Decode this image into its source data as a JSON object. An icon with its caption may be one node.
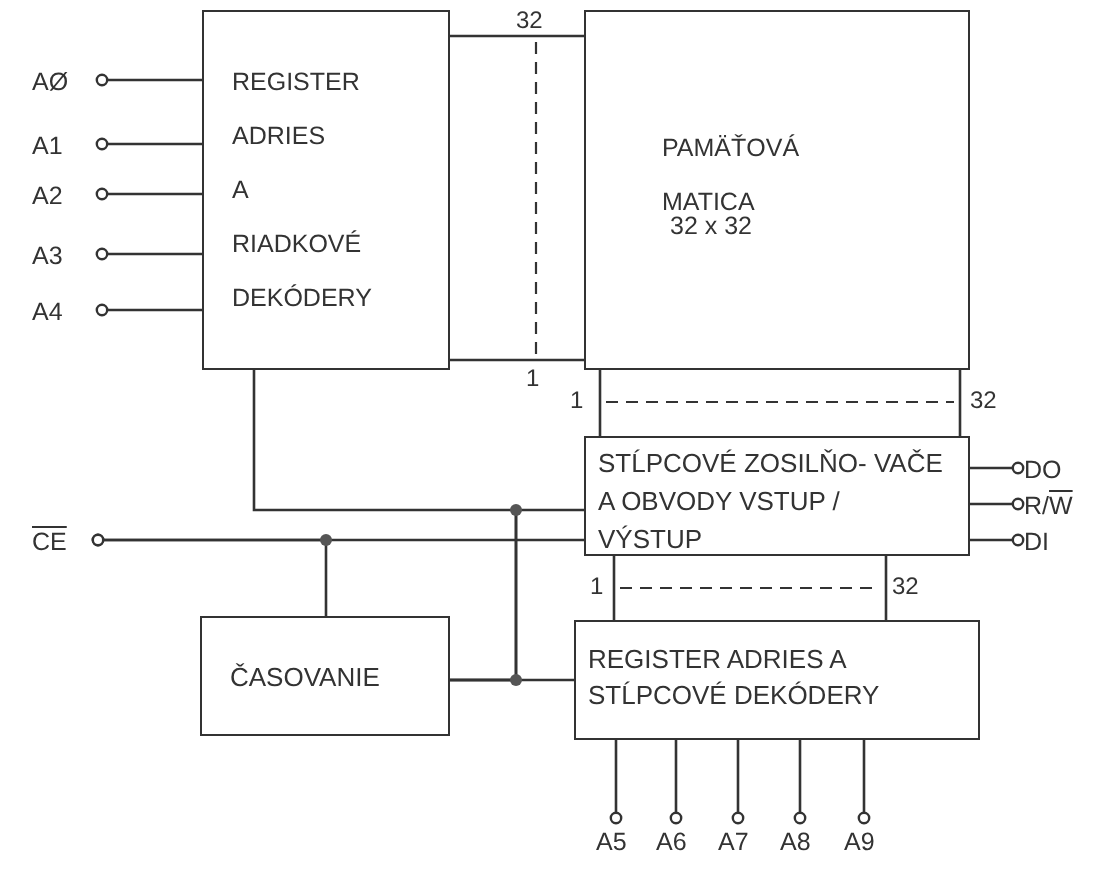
{
  "diagram": {
    "nodes": [
      {
        "text": [
          "REGISTER ADRIES A RIADKOVÉ DEKÓDERY"
        ]
      },
      {
        "text": [
          "PAMÄŤOVÁ MATICA",
          "32 x 32"
        ]
      },
      {
        "text": [
          "STĹPCOVÉ ZOSILŇO- VAČE A OBVODY VSTUP / VÝSTUP"
        ]
      },
      {
        "text": [
          "REGISTER ADRIES A STĹPCOVÉ DEKÓDERY"
        ]
      },
      {
        "text": [
          "ČASOVANIE"
        ]
      },
      {
        "text": [
          "AØ"
        ]
      },
      {
        "text": [
          "A1"
        ]
      },
      {
        "text": [
          "A2"
        ]
      },
      {
        "text": [
          "A3"
        ]
      },
      {
        "text": [
          "A4"
        ]
      },
      {
        "text": [
          "CE"
        ]
      },
      {
        "text": [
          "DO"
        ]
      },
      {
        "text": [
          "R/W"
        ]
      },
      {
        "text": [
          "DI"
        ]
      },
      {
        "text": [
          "A5"
        ]
      },
      {
        "text": [
          "A6"
        ]
      },
      {
        "text": [
          "A7"
        ]
      },
      {
        "text": [
          "A8"
        ]
      },
      {
        "text": [
          "A9"
        ]
      }
    ],
    "edges": [
      {
        "from": 5,
        "to": 0,
        "arrow": "other"
      },
      {
        "from": 6,
        "to": 0,
        "arrow": "other"
      },
      {
        "from": 7,
        "to": 0,
        "arrow": "other"
      },
      {
        "from": 8,
        "to": 0,
        "arrow": "other"
      },
      {
        "from": 9,
        "to": 0,
        "arrow": "other"
      },
      {
        "from": 0,
        "to": 1,
        "arrow": "none"
      },
      {
        "from": 0,
        "to": 1,
        "arrow": "none"
      },
      {
        "from": 1,
        "to": 2,
        "arrow": "none"
      },
      {
        "from": 1,
        "to": 2,
        "arrow": "none"
      },
      {
        "from": 2,
        "to": 3,
        "arrow": "none"
      },
      {
        "from": 2,
        "to": 3,
        "arrow": "none"
      },
      {
        "from": 10,
        "to": 2,
        "arrow": "other"
      },
      {
        "from": 10,
        "to": 4,
        "arrow": "other"
      },
      {
        "from": 4,
        "to": 3,
        "arrow": "none"
      },
      {
        "from": 4,
        "to": 2,
        "arrow": "none"
      },
      {
        "from": 4,
        "to": 0,
        "arrow": "none"
      },
      {
        "from": 2,
        "to": 11,
        "arrow": "other"
      },
      {
        "from": 2,
        "to": 12,
        "arrow": "other"
      },
      {
        "from": 2,
        "to": 13,
        "arrow": "other"
      },
      {
        "from": 3,
        "to": 14,
        "arrow": "other"
      },
      {
        "from": 3,
        "to": 15,
        "arrow": "other"
      },
      {
        "from": 3,
        "to": 16,
        "arrow": "other"
      },
      {
        "from": 3,
        "to": 17,
        "arrow": "other"
      },
      {
        "from": 3,
        "to": 18,
        "arrow": "other"
      }
    ],
    "labels": [
      "32",
      "1",
      "1",
      "32",
      "1",
      "32"
    ]
  }
}
